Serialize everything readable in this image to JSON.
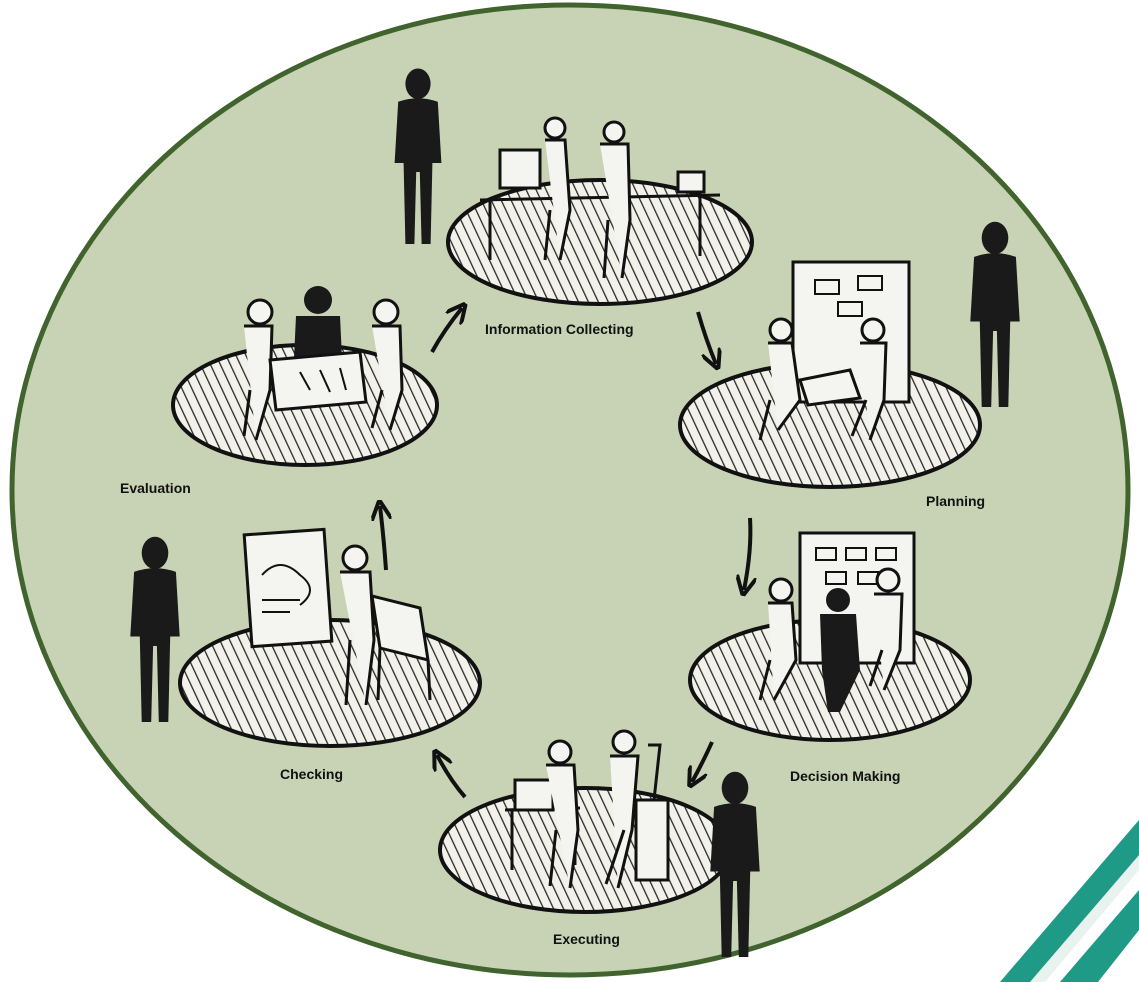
{
  "diagram": {
    "background_color": "#c7d3b4",
    "outline_color": "#41632d",
    "accent_stripe_color": "#1f9a86",
    "stages": [
      {
        "id": "information-collecting",
        "label": "Information Collecting"
      },
      {
        "id": "planning",
        "label": "Planning"
      },
      {
        "id": "decision-making",
        "label": "Decision Making"
      },
      {
        "id": "executing",
        "label": "Executing"
      },
      {
        "id": "checking",
        "label": "Checking"
      },
      {
        "id": "evaluation",
        "label": "Evaluation"
      }
    ]
  }
}
